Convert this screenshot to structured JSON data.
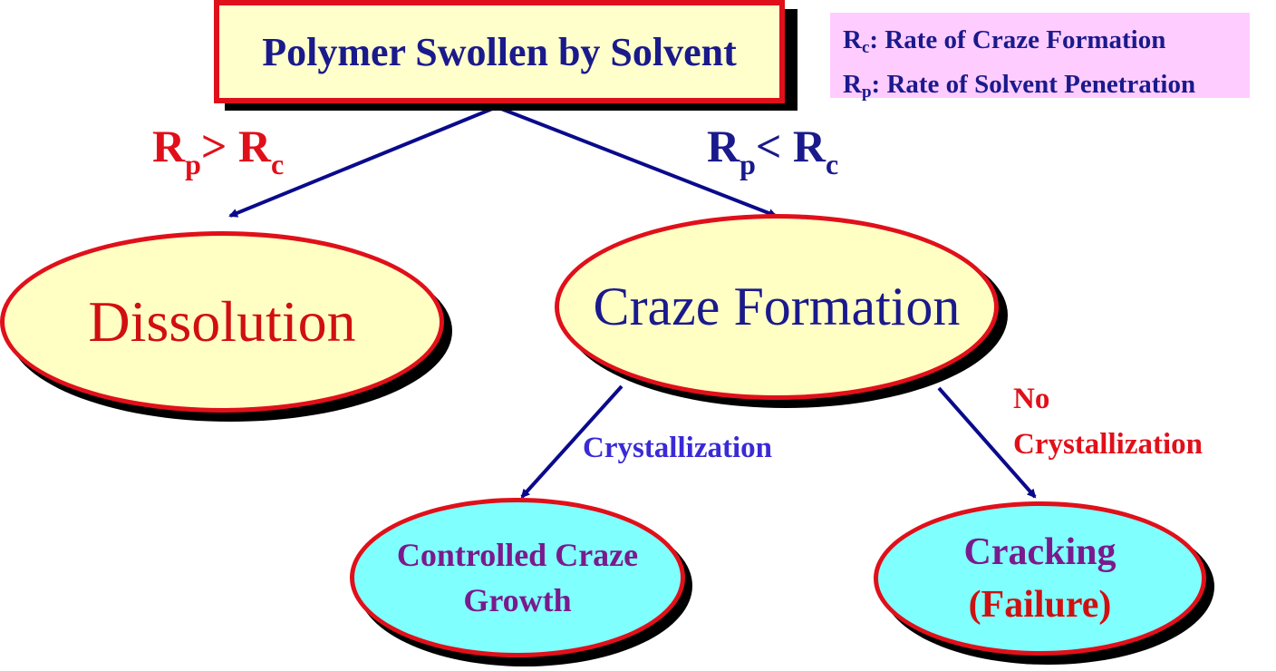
{
  "title": "Polymer Swollen by Solvent",
  "legend": {
    "rc_symbol": "R",
    "rc_sub": "c",
    "rc_text": ": Rate of Craze Formation",
    "rp_symbol": "R",
    "rp_sub": "p",
    "rp_text": ": Rate of Solvent Penetration"
  },
  "branches": {
    "left": {
      "r1": "R",
      "s1": "p",
      "op": "> ",
      "r2": "R",
      "s2": "c"
    },
    "right": {
      "r1": "R",
      "s1": "p",
      "op": "< ",
      "r2": "R",
      "s2": "c"
    }
  },
  "nodes": {
    "dissolution": "Dissolution",
    "craze_formation": "Craze Formation",
    "controlled_line1": "Controlled Craze",
    "controlled_line2": "Growth",
    "cracking_line1": "Cracking",
    "cracking_line2": "(Failure)"
  },
  "edge_labels": {
    "crystallization": "Crystallization",
    "no_line1": "No",
    "no_line2": "Crystallization"
  },
  "colors": {
    "border_red": "#e0101a",
    "text_navy": "#1a1a8c",
    "arrow_navy": "#0a0a8c",
    "box_fill": "#ffffcc",
    "legend_fill": "#ffccff",
    "leaf_fill": "#80ffff",
    "leaf_text": "#7a1a8c"
  }
}
